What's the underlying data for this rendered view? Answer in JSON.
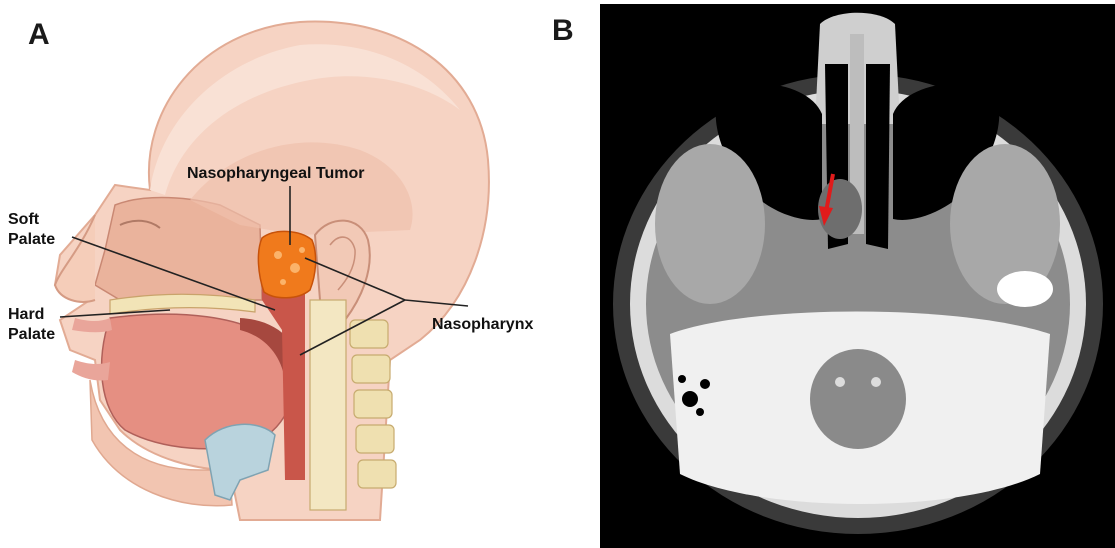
{
  "panels": {
    "a": {
      "letter": "A",
      "labels": {
        "tumor": "Nasopharyngeal Tumor",
        "soft_palate_line1": "Soft",
        "soft_palate_line2": "Palate",
        "hard_palate_line1": "Hard",
        "hard_palate_line2": "Palate",
        "nasopharynx": "Nasopharynx"
      }
    },
    "b": {
      "letter": "B"
    }
  },
  "colors": {
    "skin": "#f3c8b4",
    "skin_shadow": "#e3a891",
    "tumor": "#f07a1c",
    "spine": "#efe2b8",
    "arrow": "#e01b1b",
    "ct_background": "#000000"
  },
  "icons": [
    "red-arrow-icon"
  ]
}
